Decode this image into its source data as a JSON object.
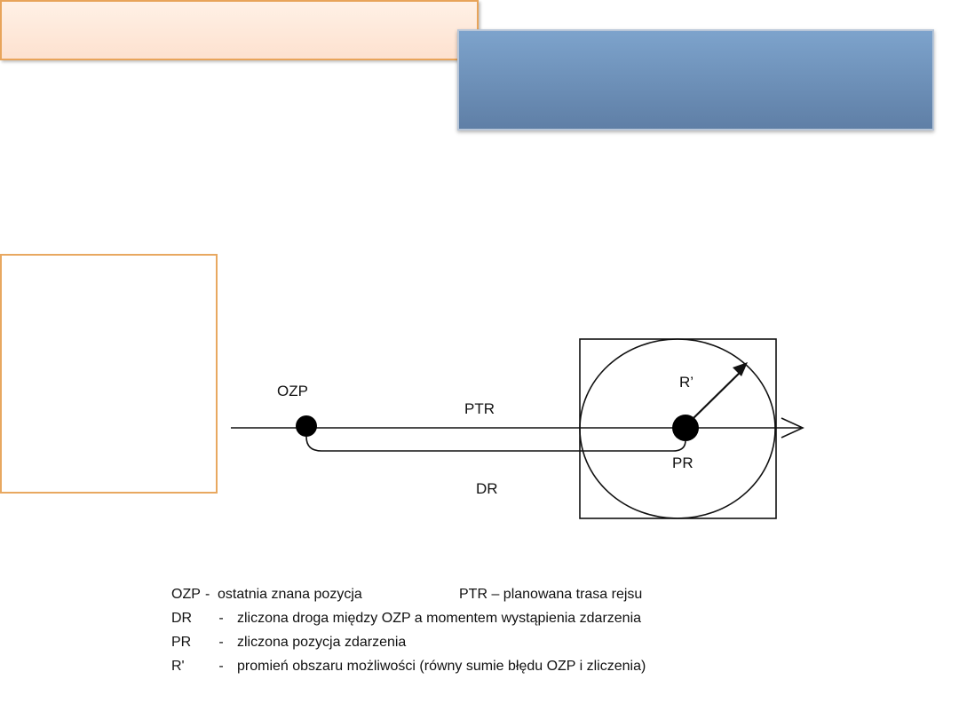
{
  "diagram": {
    "labels": {
      "ozp": "OZP",
      "ptr": "PTR",
      "dr": "DR",
      "pr": "PR",
      "radius": "R’"
    }
  },
  "legend": {
    "rows": [
      {
        "abbr": "OZP",
        "dash": "-",
        "desc": "ostatnia znana pozycja",
        "extra": "PTR – planowana trasa rejsu"
      },
      {
        "abbr": "DR",
        "dash": "-",
        "desc": "zliczona droga między OZP a momentem wystąpienia zdarzenia"
      },
      {
        "abbr": "PR",
        "dash": "-",
        "desc": "zliczona pozycja zdarzenia"
      },
      {
        "abbr": "R'",
        "dash": "-",
        "desc": "promień obszaru możliwości (równy sumie błędu OZP i zliczenia)"
      }
    ]
  }
}
